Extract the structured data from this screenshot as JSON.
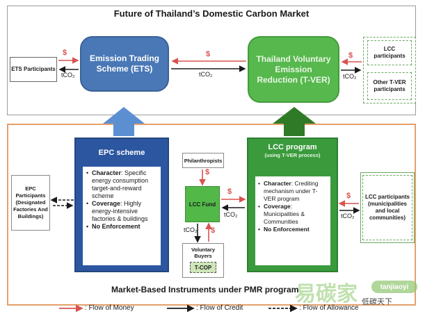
{
  "top": {
    "title": "Future of Thailand’s Domestic Carbon Market",
    "ets_participants": "ETS Participants",
    "ets_box": "Emission Trading Scheme (ETS)",
    "tver_box": "Thailand Voluntary Emission Reduction (T-VER)",
    "lcc_participants": "LCC participants",
    "other_tver": "Other T-VER participants",
    "money_symbol": "$",
    "credit_label": "tCO₂"
  },
  "bottom": {
    "title": "Market-Based Instruments under PMR program",
    "epc_participants": "EPC Participants (Designated Factories And Buildings)",
    "epc_scheme": {
      "title": "EPC scheme",
      "character_label": "Character",
      "character_text": ": Specific energy consumption target-and-reward scheme",
      "coverage_label": "Coverage",
      "coverage_text": ": Highly energy-intensive factories & buildings",
      "enforcement": "No Enforcement"
    },
    "philanthropists": "Philanthropists",
    "lcc_fund": "LCC Fund",
    "voluntary_buyers": "Voluntary Buyers",
    "tcop": "T-COP",
    "lcc_program": {
      "title": "LCC program",
      "subtitle": "(using T-VER process)",
      "character_label": "Character",
      "character_text": ": Crediting mechanism under T-VER program",
      "coverage_label": "Coverage",
      "coverage_text": ": Municipalities & Communities",
      "enforcement": "No Enforcement"
    },
    "lcc_participants": "LCC participants (municipalities and local communities)",
    "money_symbol": "$",
    "credit_label": "tCO₂"
  },
  "legend": {
    "money": ": Flow of Money",
    "credit": ": Flow of Credit",
    "allowance": ": Flow of Allowance"
  },
  "watermark": {
    "chinese": "易碳家",
    "handle": "tanjiaoyi",
    "wechat": "低碳天下"
  },
  "colors": {
    "money": "#d9534f",
    "credit": "#1a1a1a",
    "ets": "#4a78b6",
    "tver": "#56b84d",
    "epc": "#2c56a0",
    "lcc": "#3a9a3c",
    "frame_bottom": "#e4a06a",
    "arrow_blue": "#5b8fd1",
    "arrow_green": "#2f7a26"
  }
}
